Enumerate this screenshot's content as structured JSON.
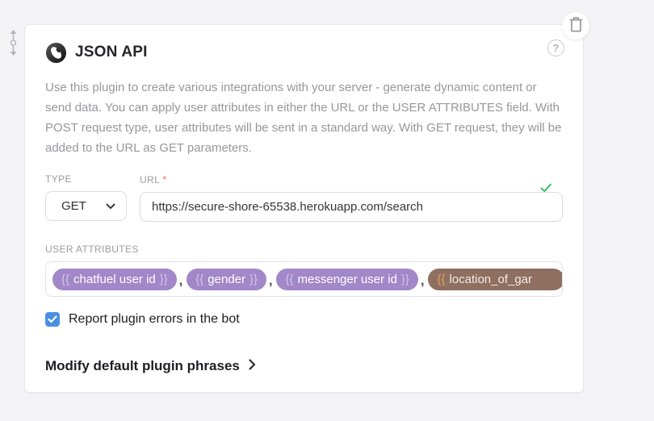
{
  "plugin": {
    "title": "JSON API",
    "description": "Use this plugin to create various integrations with your server - generate dynamic content or send data. You can apply user attributes in either the URL or the USER ATTRIBUTES field. With POST request type, user attributes will be sent in a standard way. With GET request, they will be added to the URL as GET parameters."
  },
  "fields": {
    "type": {
      "label": "TYPE",
      "value": "GET"
    },
    "url": {
      "label": "URL",
      "required_marker": "*",
      "value": "https://secure-shore-65538.herokuapp.com/search",
      "status": "valid"
    }
  },
  "user_attributes": {
    "label": "USER ATTRIBUTES",
    "brace_open": "{{",
    "brace_close": "}}",
    "separator": ",",
    "items": [
      {
        "name": "chatfuel user id",
        "style": "purple"
      },
      {
        "name": "gender",
        "style": "purple"
      },
      {
        "name": "messenger user id",
        "style": "purple"
      },
      {
        "name": "location_of_gar",
        "style": "brown",
        "truncated": true
      }
    ]
  },
  "report_errors": {
    "label": "Report plugin errors in the bot",
    "checked": true
  },
  "footer": {
    "link_label": "Modify default plugin phrases"
  },
  "icons": {
    "drag_handle": "vertical-move-arrows",
    "delete": "trash",
    "help": "?",
    "select_chevron": "chevron-down",
    "valid_check": "check",
    "link_chevron": "chevron-right",
    "checkbox_check": "check"
  },
  "colors": {
    "page_background": "#f4f4f6",
    "accent_blue": "#4a90e2",
    "valid_green": "#35c161",
    "required_red": "#ef7462",
    "pill_purple": "#a287c9",
    "pill_purple_brace": "#d1c4e8",
    "pill_brown": "#8f6f60",
    "pill_brown_brace": "#e6a05e"
  }
}
